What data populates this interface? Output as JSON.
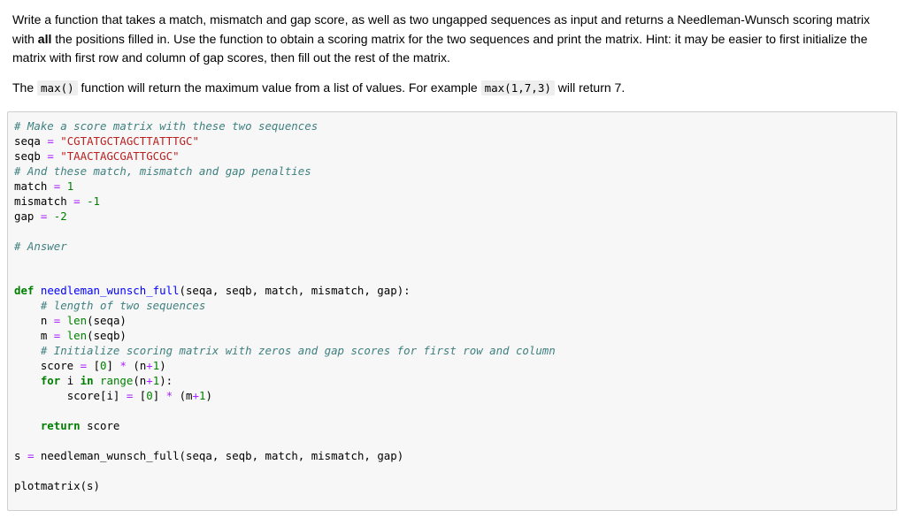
{
  "instructions": {
    "p1_a": "Write a function that takes a match, mismatch and gap score, as well as two ungapped sequences as input and returns a Needleman-Wunsch scoring matrix with ",
    "p1_bold": "all",
    "p1_b": " the positions filled in. Use the function to obtain a scoring matrix for the two sequences and print the matrix. Hint: it may be easier to first initialize the matrix with first row and column of gap scores, then fill out the rest of the matrix.",
    "p2_a": "The ",
    "p2_code1": "max()",
    "p2_b": " function will return the maximum value from a list of values. For example ",
    "p2_code2": "max(1,7,3)",
    "p2_c": " will return 7."
  },
  "code": {
    "c1": "# Make a score matrix with these two sequences",
    "seqa_name": "seqa",
    "seqa_val": "\"CGTATGCTAGCTTATTTGC\"",
    "seqb_name": "seqb",
    "seqb_val": "\"TAACTAGCGATTGCGC\"",
    "c2": "# And these match, mismatch and gap penalties",
    "match_name": "match",
    "match_val": "1",
    "mismatch_name": "mismatch",
    "mismatch_val": "-1",
    "gap_name": "gap",
    "gap_val": "-2",
    "c3": "# Answer",
    "kw_def": "def",
    "func_name": "needleman_wunsch_full",
    "params": "(seqa, seqb, match, mismatch, gap):",
    "c4": "# length of two sequences",
    "n_name": "n",
    "len_fn": "len",
    "n_arg": "(seqa)",
    "m_name": "m",
    "m_arg": "(seqb)",
    "c5": "# Initialize scoring matrix with zeros and gap scores for first row and column",
    "score_name": "score",
    "score_open": "[",
    "zero": "0",
    "score_close": "]",
    "star": "*",
    "n_open": "(n",
    "plus": "+",
    "one": "1",
    "close_paren": ")",
    "kw_for": "for",
    "i_name": "i",
    "kw_in": "in",
    "range_fn": "range",
    "range_close": "):",
    "score_i": "score[i]",
    "m_open": "(m",
    "kw_return": "return",
    "return_val": "score",
    "s_name": "s",
    "call_line": "needleman_wunsch_full(seqa, seqb, match, mismatch, gap)",
    "plot_line": "plotmatrix(s)",
    "eq": "="
  }
}
